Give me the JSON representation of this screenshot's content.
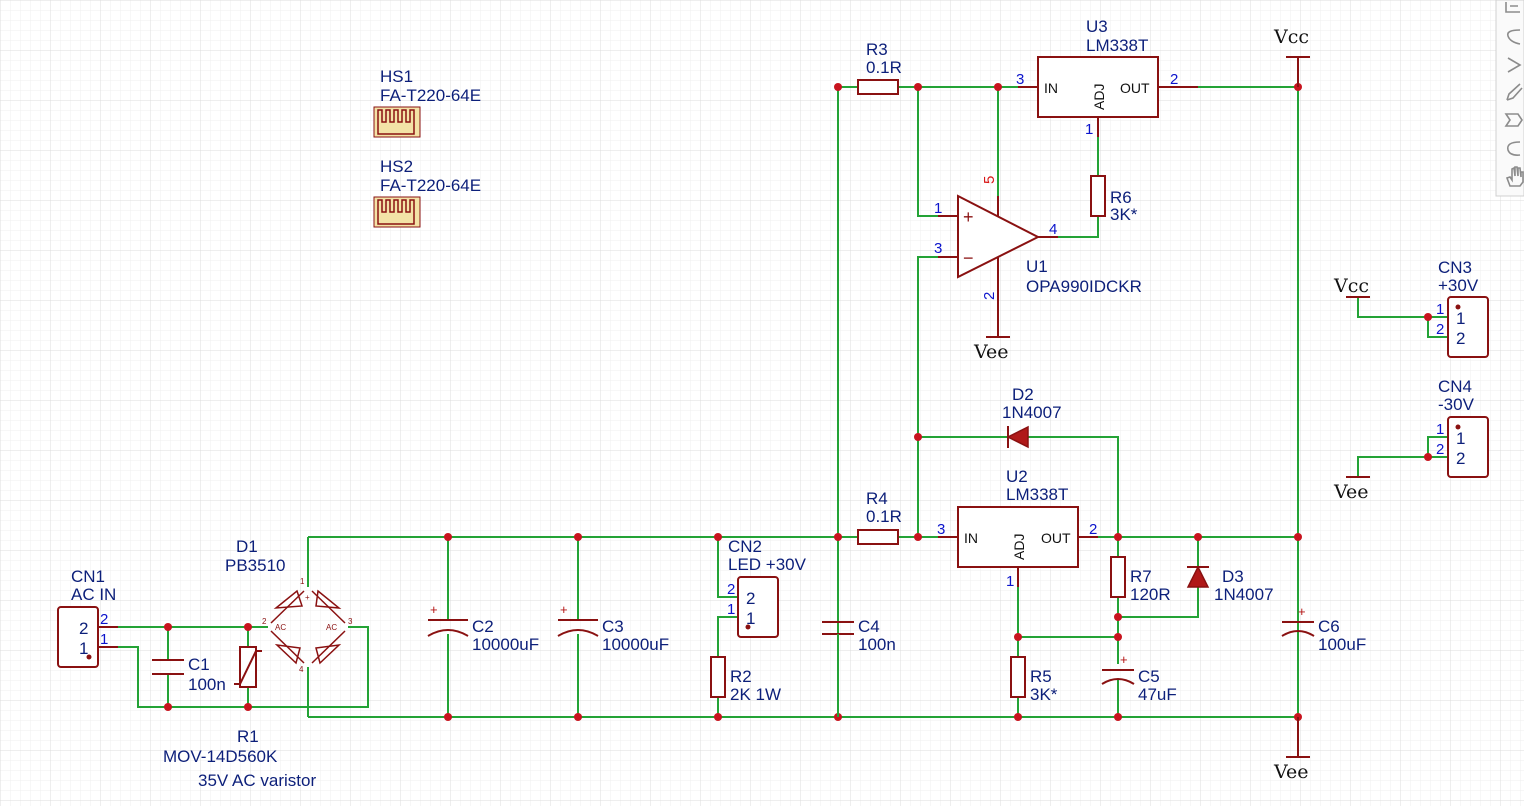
{
  "components": {
    "hs1": {
      "ref": "HS1",
      "value": "FA-T220-64E"
    },
    "hs2": {
      "ref": "HS2",
      "value": "FA-T220-64E"
    },
    "r3": {
      "ref": "R3",
      "value": "0.1R"
    },
    "u3": {
      "ref": "U3",
      "value": "LM338T",
      "pin_in": "IN",
      "pin_adj": "ADJ",
      "pin_out": "OUT",
      "pins": [
        "3",
        "1",
        "2"
      ]
    },
    "u1": {
      "ref": "U1",
      "value": "OPA990IDCKR",
      "pins": [
        "1",
        "3",
        "4",
        "5",
        "2"
      ],
      "plus": "+",
      "minus": "−"
    },
    "r6": {
      "ref": "R6",
      "value": "3K*"
    },
    "d2": {
      "ref": "D2",
      "value": "1N4007"
    },
    "u2": {
      "ref": "U2",
      "value": "LM338T",
      "pin_in": "IN",
      "pin_adj": "ADJ",
      "pin_out": "OUT",
      "pins": [
        "3",
        "1",
        "2"
      ]
    },
    "r4": {
      "ref": "R4",
      "value": "0.1R"
    },
    "r7": {
      "ref": "R7",
      "value": "120R"
    },
    "d3": {
      "ref": "D3",
      "value": "1N4007"
    },
    "r5": {
      "ref": "R5",
      "value": "3K*"
    },
    "c5": {
      "ref": "C5",
      "value": "47uF"
    },
    "c6": {
      "ref": "C6",
      "value": "100uF"
    },
    "c4": {
      "ref": "C4",
      "value": "100n"
    },
    "c2": {
      "ref": "C2",
      "value": "10000uF"
    },
    "c3": {
      "ref": "C3",
      "value": "10000uF"
    },
    "cn2": {
      "ref": "CN2",
      "value": "LED +30V",
      "pins": [
        "2",
        "1"
      ],
      "inner": [
        "2",
        "1"
      ]
    },
    "r2": {
      "ref": "R2",
      "value": "2K 1W"
    },
    "d1": {
      "ref": "D1",
      "value": "PB3510",
      "pins": [
        "1",
        "2",
        "3",
        "4"
      ],
      "ac": "AC",
      "plus": "+"
    },
    "cn1": {
      "ref": "CN1",
      "value": "AC IN",
      "pins": [
        "2",
        "1"
      ],
      "inner": [
        "2",
        "1"
      ]
    },
    "c1": {
      "ref": "C1",
      "value": "100n"
    },
    "r1": {
      "ref": "R1",
      "value": "MOV-14D560K",
      "note": "35V AC varistor"
    },
    "cn3": {
      "ref": "CN3",
      "value": "+30V",
      "pins": [
        "1",
        "2"
      ],
      "inner": [
        "1",
        "2"
      ]
    },
    "cn4": {
      "ref": "CN4",
      "value": "-30V",
      "pins": [
        "1",
        "2"
      ],
      "inner": [
        "1",
        "2"
      ]
    }
  },
  "power": {
    "vcc_top": "Vcc",
    "vee_u1": "Vee",
    "vee_bottom": "Vee",
    "vcc_cn3": "Vcc",
    "vee_cn4": "Vee"
  },
  "polarity": "+",
  "toolbar": {
    "tools": [
      "wire-tool-icon",
      "bus-tool-icon",
      "netflag-tool-icon",
      "pencil-icon",
      "netlabel-tool-icon",
      "arc-tool-icon",
      "hand-pan-icon"
    ]
  },
  "colors": {
    "wire": "#24a336",
    "junction": "#c8141e",
    "symbol": "#8a1111",
    "label": "#0c1f7a",
    "pin_number": "#0c14cc",
    "grid": "#e6e6e6"
  }
}
